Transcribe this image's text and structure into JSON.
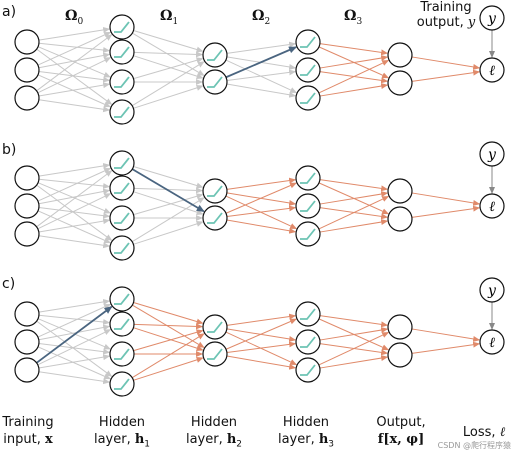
{
  "row_labels": [
    "a)",
    "b)",
    "c)"
  ],
  "omega_labels": {
    "symbol": "Ω",
    "subscripts": [
      "0",
      "1",
      "2",
      "3"
    ]
  },
  "target_label": {
    "line1": "Training",
    "line2": "output,",
    "symbol": "y"
  },
  "node_symbols": {
    "target": "y",
    "loss": "ℓ"
  },
  "bottom_labels": [
    {
      "line1": "Training",
      "line2": "input,",
      "math": "x"
    },
    {
      "line1": "Hidden",
      "line2": "layer,",
      "math": "h",
      "sub": "1"
    },
    {
      "line1": "Hidden",
      "line2": "layer,",
      "math": "h",
      "sub": "2"
    },
    {
      "line1": "Hidden",
      "line2": "layer,",
      "math": "h",
      "sub": "3"
    },
    {
      "line1": "Output,",
      "line2": "",
      "math": "f[x, φ]"
    },
    {
      "line1": "Loss,",
      "line2": "",
      "math": "ℓ"
    }
  ],
  "colors": {
    "inactive_edge": "#c8c8c8",
    "active_edge": "#e08a6a",
    "highlight_edge": "#4a6580",
    "relu_icon": "#6dc4b4",
    "node_stroke": "#111111"
  },
  "watermark": "CSDN @爬行程序猿"
}
